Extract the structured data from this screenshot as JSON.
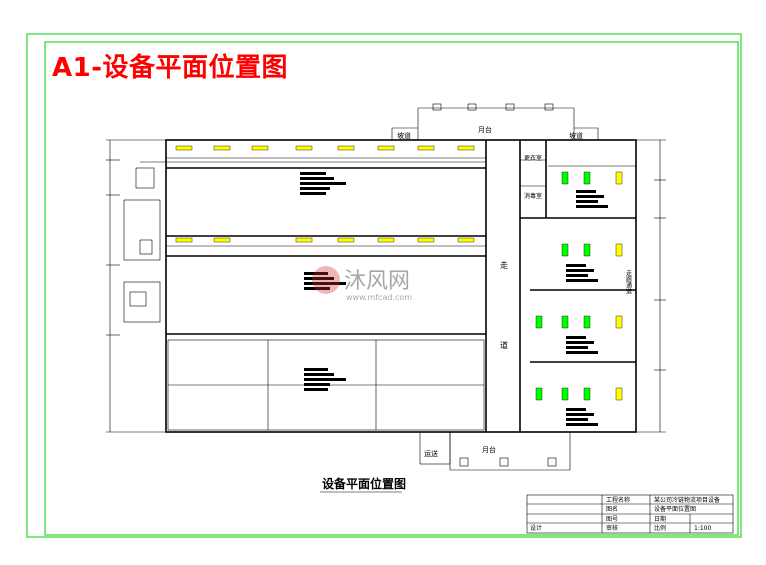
{
  "title": "A1-设备平面位置图",
  "drawing_caption": "设备平面位置图",
  "labels": {
    "ramp_left": "坡道",
    "ramp_right": "坡道",
    "platform_top": "月台",
    "platform_bottom": "月台",
    "corridor_a": "走",
    "corridor_b": "道",
    "side_corridor": "走廊通道",
    "transport": "运送",
    "room_left": "更衣室",
    "room_right": "消毒室",
    "room_wash": "消毒室"
  },
  "watermark": {
    "text": "沐风网",
    "url": "www.mfcad.com"
  },
  "title_block": {
    "row1": [
      "工程名称",
      "某公司冷链物流项目设备"
    ],
    "row2": [
      "图名",
      "设备平面位置图"
    ],
    "row3": [
      "图号",
      "日期"
    ],
    "row4": [
      "设计",
      "审核",
      "比例",
      "1:100"
    ]
  },
  "colors": {
    "frame": "#00cc00",
    "title": "#ff0000",
    "equipment_yellow": "#ffff00",
    "equipment_green": "#00ff00"
  }
}
